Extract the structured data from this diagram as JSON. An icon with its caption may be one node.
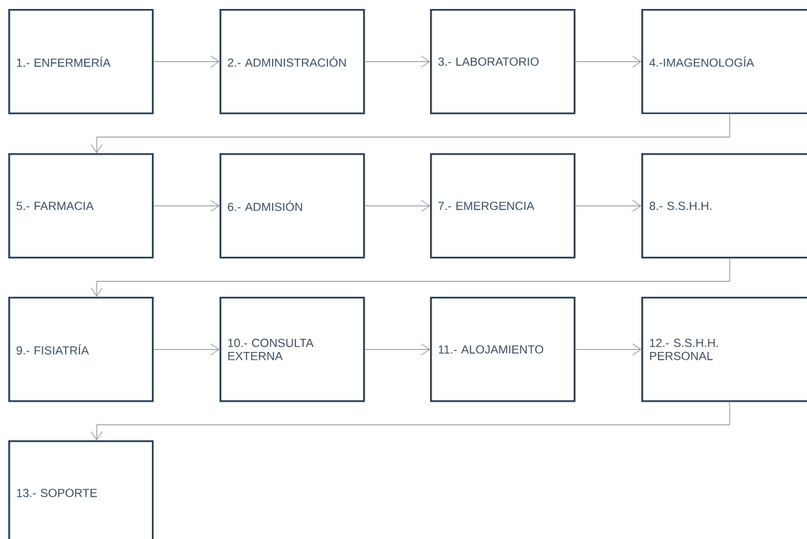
{
  "diagram": {
    "nodes": [
      {
        "text": [
          "1.- ENFERMERÍA"
        ]
      },
      {
        "text": [
          "2.- ADMINISTRACIÓN"
        ]
      },
      {
        "text": [
          "3.- LABORATORIO"
        ]
      },
      {
        "text": [
          "4.-IMAGENOLOGÍA"
        ]
      },
      {
        "text": [
          "5.- FARMACIA"
        ]
      },
      {
        "text": [
          "6.- ADMISIÓN"
        ]
      },
      {
        "text": [
          "7.- EMERGENCIA"
        ]
      },
      {
        "text": [
          "8.- S.S.H.H."
        ]
      },
      {
        "text": [
          "9.- FISIATRÍA"
        ]
      },
      {
        "text": [
          "10.- CONSULTA EXTERNA"
        ]
      },
      {
        "text": [
          "11.- ALOJAMIENTO"
        ]
      },
      {
        "text": [
          "12.- S.S.H.H. PERSONAL"
        ]
      },
      {
        "text": [
          "13.- SOPORTE"
        ]
      }
    ],
    "edges": [
      {
        "from": 0,
        "to": 1,
        "arrow": "to"
      },
      {
        "from": 1,
        "to": 2,
        "arrow": "to"
      },
      {
        "from": 2,
        "to": 3,
        "arrow": "to"
      },
      {
        "from": 3,
        "to": 4,
        "arrow": "to"
      },
      {
        "from": 4,
        "to": 5,
        "arrow": "to"
      },
      {
        "from": 5,
        "to": 6,
        "arrow": "to"
      },
      {
        "from": 6,
        "to": 7,
        "arrow": "to"
      },
      {
        "from": 7,
        "to": 8,
        "arrow": "to"
      },
      {
        "from": 8,
        "to": 9,
        "arrow": "to"
      },
      {
        "from": 9,
        "to": 10,
        "arrow": "to"
      },
      {
        "from": 10,
        "to": 11,
        "arrow": "to"
      },
      {
        "from": 11,
        "to": 12,
        "arrow": "to"
      }
    ]
  }
}
